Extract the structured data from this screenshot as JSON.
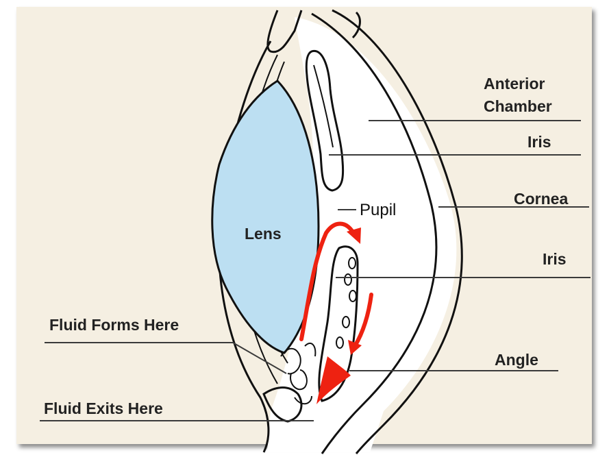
{
  "labels": {
    "anterior_chamber_line1": "Anterior",
    "anterior_chamber_line2": "Chamber",
    "iris_upper": "Iris",
    "cornea": "Cornea",
    "pupil": "Pupil",
    "lens": "Lens",
    "iris_lower": "Iris",
    "fluid_forms": "Fluid Forms Here",
    "angle": "Angle",
    "fluid_exits": "Fluid Exits Here"
  },
  "colors": {
    "background": "#f5efe2",
    "lens_fill": "#bcdff2",
    "flow_arrow": "#ee2211",
    "outline": "#111111"
  }
}
